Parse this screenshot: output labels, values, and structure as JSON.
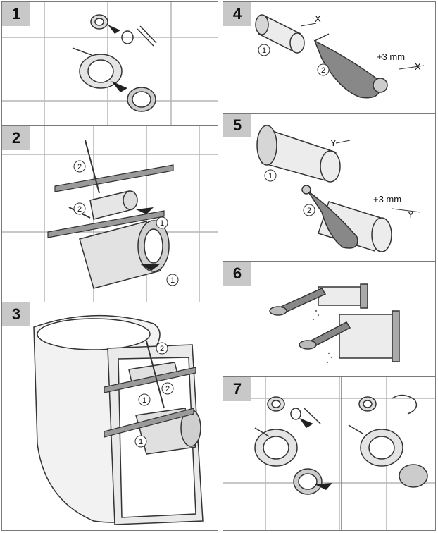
{
  "steps": [
    {
      "number": "1"
    },
    {
      "number": "2",
      "callouts": [
        "2",
        "2",
        "1",
        "1"
      ]
    },
    {
      "number": "3",
      "callouts": [
        "2",
        "2",
        "1",
        "1"
      ]
    },
    {
      "number": "4",
      "callouts": [
        "1",
        "2"
      ],
      "labels": [
        "X",
        "+3 mm",
        "X"
      ]
    },
    {
      "number": "5",
      "callouts": [
        "1",
        "2"
      ],
      "labels": [
        "Y",
        "+3 mm",
        "Y"
      ]
    },
    {
      "number": "6"
    },
    {
      "number": "7"
    }
  ]
}
